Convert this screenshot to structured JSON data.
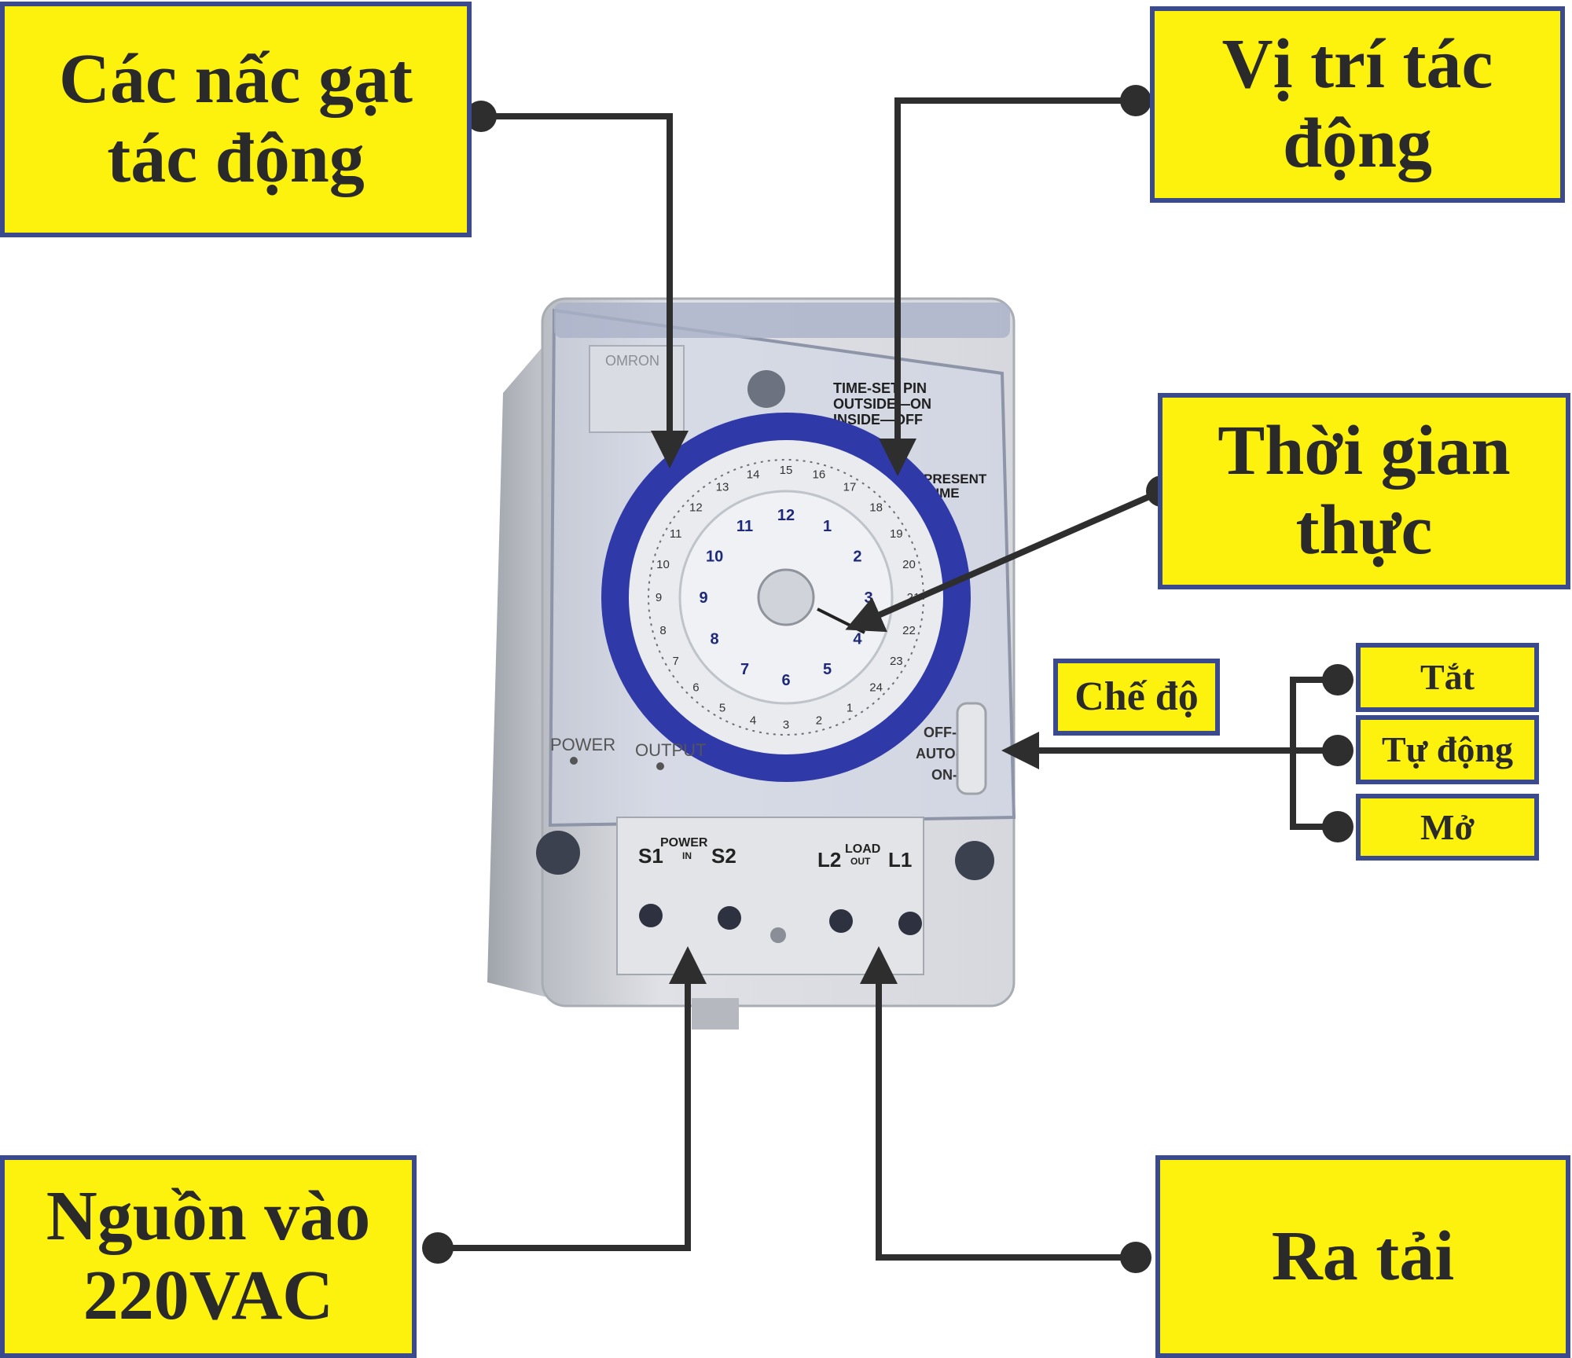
{
  "colors": {
    "box_fill": "#fdf20e",
    "box_border": "#3b4a8c",
    "connector": "#2e2e2e",
    "dial_ring": "#2f3aa8"
  },
  "labels": {
    "cam_levers": "Các nấc gạt\ntác động",
    "actuation_position": "Vị trí tác\nđộng",
    "real_time": "Thời gian\nthực",
    "mode": "Chế độ",
    "off": "Tắt",
    "auto": "Tự động",
    "on": "Mở",
    "power_input": "Nguồn vào\n220VAC",
    "load_output": "Ra tải"
  },
  "device": {
    "brand": "OMRON",
    "pin_legend": [
      "TIME-SET PIN",
      "OUTSIDE—ON",
      "INSIDE—OFF"
    ],
    "present_time": [
      "PRESENT",
      "TIME"
    ],
    "power_led": "POWER",
    "output_led": "OUTPUT",
    "switch_positions": [
      "OFF-",
      "AUTO-",
      "ON-"
    ],
    "terminal_power": {
      "title": "POWER",
      "sub": "IN",
      "left": "S1",
      "right": "S2"
    },
    "terminal_load": {
      "title": "LOAD",
      "sub": "OUT",
      "left": "L2",
      "right": "L1"
    },
    "inner_numbers": [
      "12",
      "1",
      "2",
      "3",
      "4",
      "5",
      "6",
      "7",
      "8",
      "9",
      "10",
      "11"
    ],
    "outer_numbers": [
      "1",
      "2",
      "3",
      "4",
      "5",
      "6",
      "7",
      "8",
      "9",
      "10",
      "11",
      "12",
      "13",
      "14",
      "15",
      "16",
      "17",
      "18",
      "19",
      "20",
      "21",
      "22",
      "23",
      "24"
    ]
  }
}
